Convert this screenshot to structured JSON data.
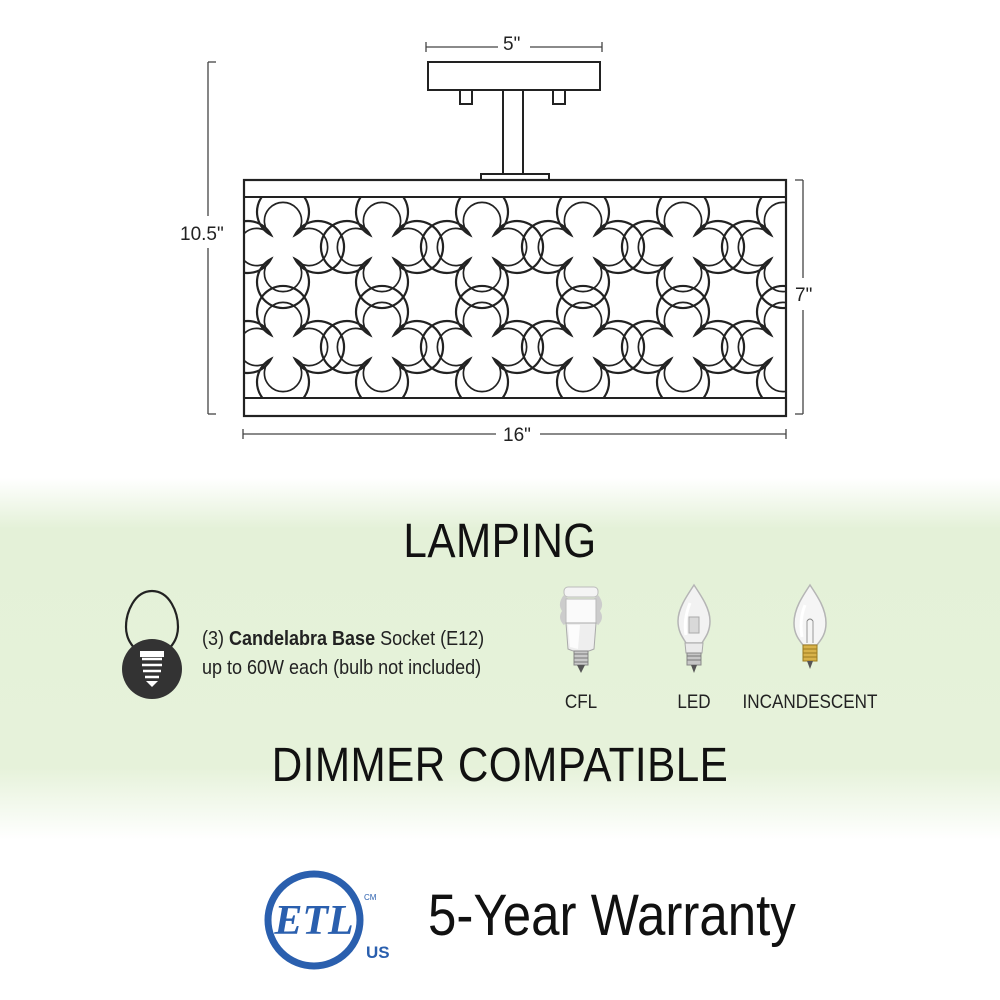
{
  "dimensions": {
    "canopy_width": "5\"",
    "overall_height": "10.5\"",
    "shade_height": "7\"",
    "shade_width": "16\""
  },
  "lamping": {
    "heading": "LAMPING",
    "socket_count": "(3)",
    "socket_type": "Candelabra Base",
    "socket_suffix": "Socket (E12)",
    "wattage": "up to 60W each (bulb not included)",
    "bulb_types": [
      {
        "label": "CFL",
        "icon": "cfl-bulb-icon"
      },
      {
        "label": "LED",
        "icon": "led-bulb-icon"
      },
      {
        "label": "INCANDESCENT",
        "icon": "incandescent-bulb-icon"
      }
    ],
    "dimmer": "DIMMER COMPATIBLE"
  },
  "certification": {
    "logo_text": "ETL",
    "logo_small_top": "CM",
    "logo_small_bottom": "US",
    "brand_color": "#2a5fae"
  },
  "warranty": "5-Year Warranty"
}
